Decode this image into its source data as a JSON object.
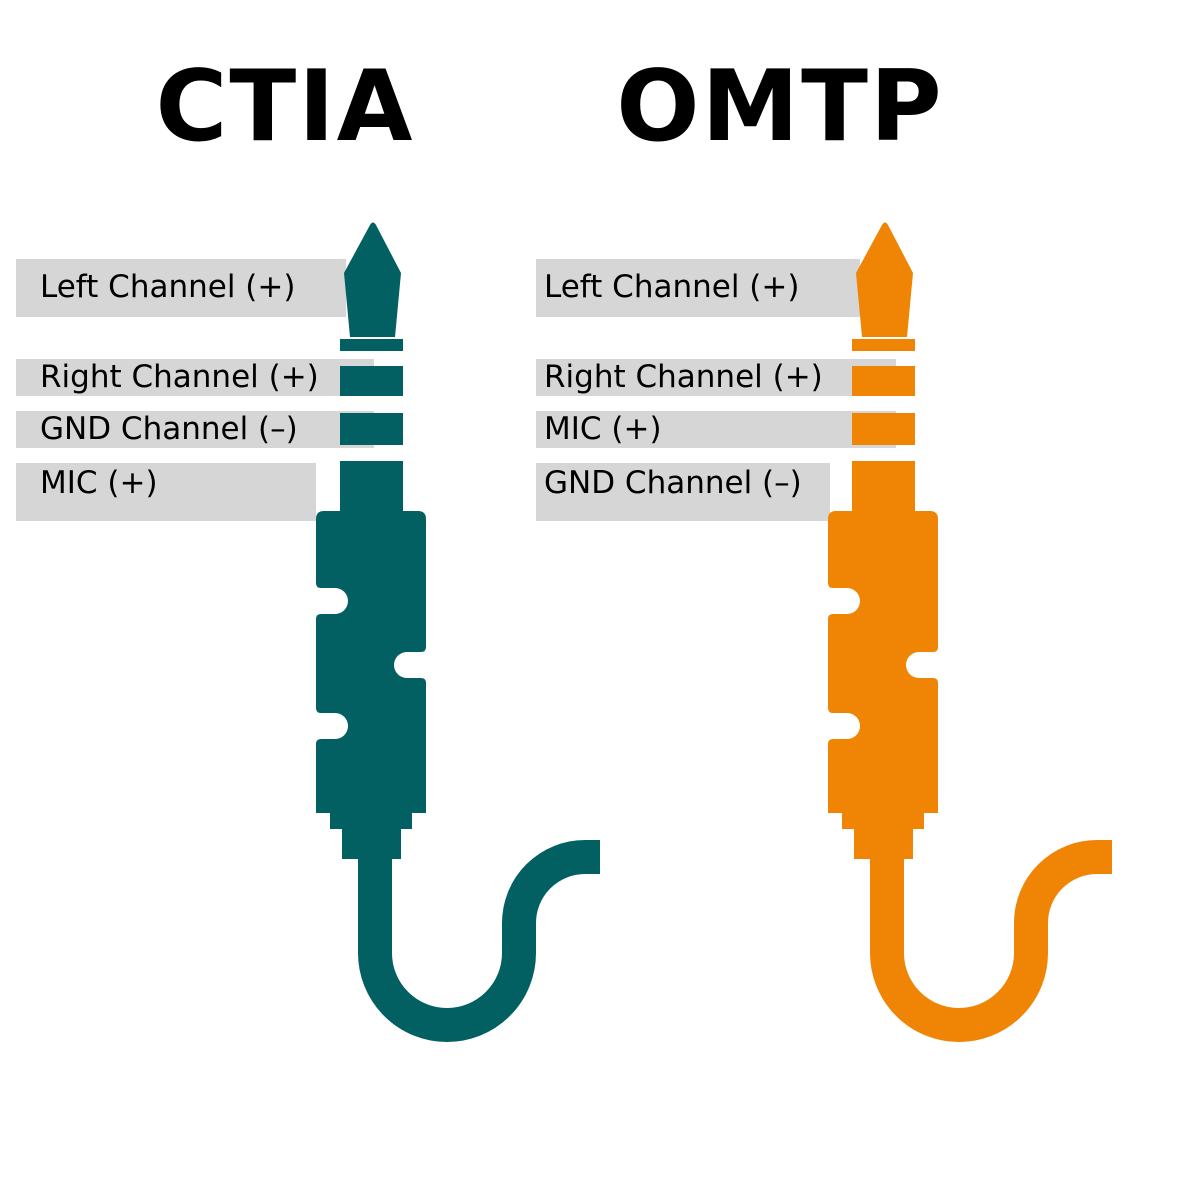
{
  "colors": {
    "ctia": "#036062",
    "omtp": "#ef8405",
    "label_background": "#d6d6d6",
    "text": "#000000"
  },
  "ctia": {
    "title": "CTIA",
    "labels": [
      "Left Channel (+)",
      "Right Channel (+)",
      "GND Channel (–)",
      "MIC (+)"
    ]
  },
  "omtp": {
    "title": "OMTP",
    "labels": [
      "Left Channel (+)",
      "Right Channel (+)",
      "MIC (+)",
      "GND Channel (–)"
    ]
  }
}
